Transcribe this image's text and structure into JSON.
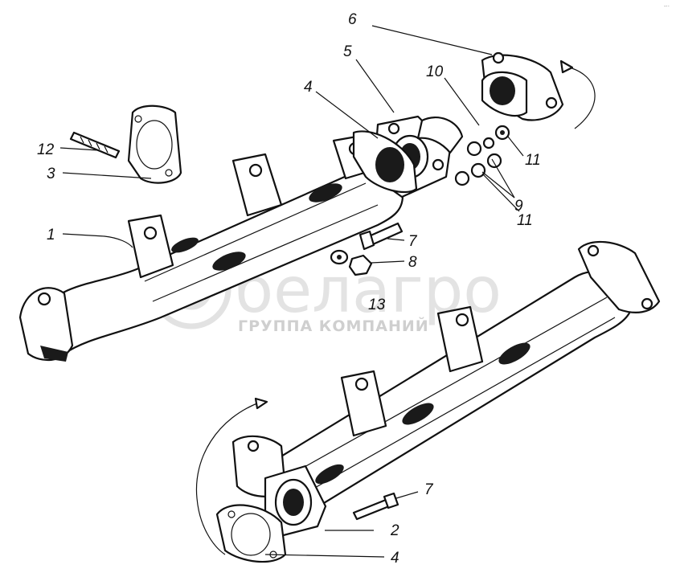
{
  "watermark": {
    "brand": "белагро",
    "tagline": "ГРУППА КОМПАНИЙ"
  },
  "callouts": [
    {
      "id": "c12",
      "label": "12"
    },
    {
      "id": "c3",
      "label": "3"
    },
    {
      "id": "c1",
      "label": "1"
    },
    {
      "id": "c4top",
      "label": "4"
    },
    {
      "id": "c5",
      "label": "5"
    },
    {
      "id": "c6",
      "label": "6"
    },
    {
      "id": "c10",
      "label": "10"
    },
    {
      "id": "c11a",
      "label": "11"
    },
    {
      "id": "c9",
      "label": "9"
    },
    {
      "id": "c11b",
      "label": "11"
    },
    {
      "id": "c7top",
      "label": "7"
    },
    {
      "id": "c8",
      "label": "8"
    },
    {
      "id": "c13",
      "label": "13"
    },
    {
      "id": "c7bot",
      "label": "7"
    },
    {
      "id": "c2",
      "label": "2"
    },
    {
      "id": "c4bot",
      "label": "4"
    }
  ]
}
